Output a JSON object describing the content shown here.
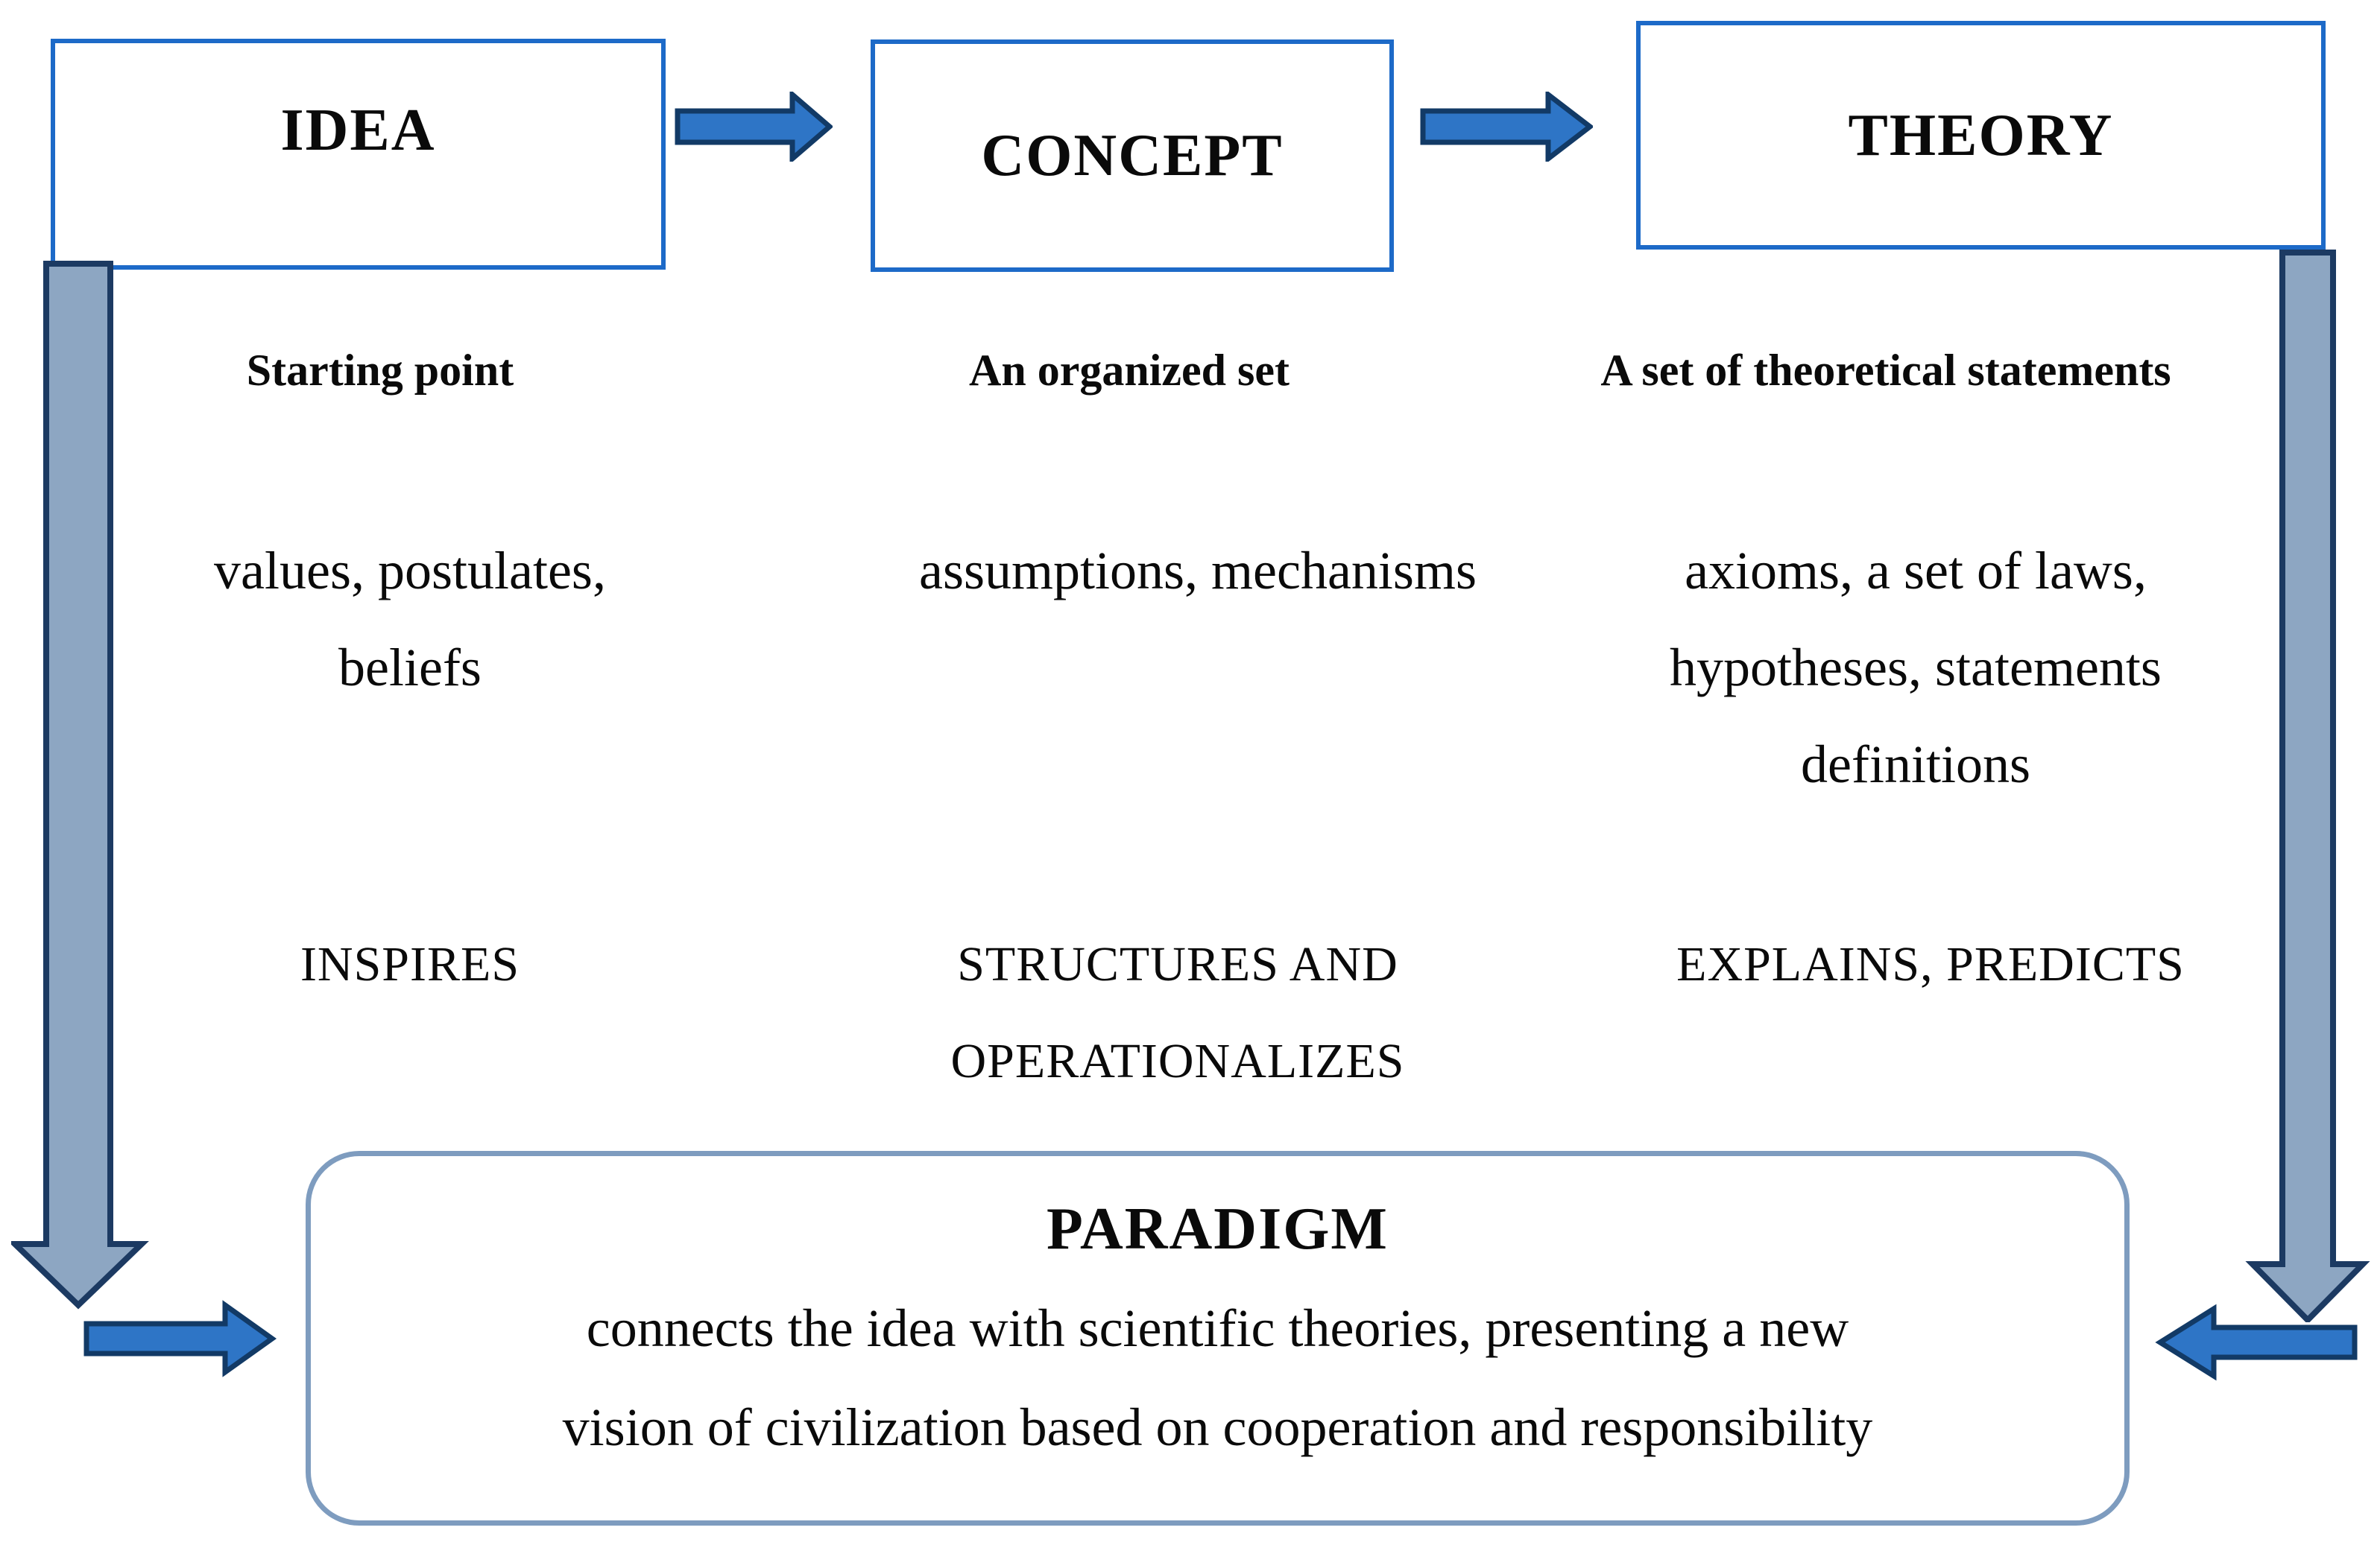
{
  "colors": {
    "box_border": "#1d6ac8",
    "arrow_blue": "#2e75c6",
    "arrow_blue_stroke": "#123a66",
    "arrow_gray": "#8da6c2",
    "arrow_gray_stroke": "#1c3a62",
    "paradigm_border": "#7e9cbf",
    "text": "#0a0a0a"
  },
  "columns": [
    {
      "title": "IDEA",
      "subtitle": "Starting point",
      "items": [
        "values, postulates,",
        "beliefs"
      ],
      "verbs": [
        "INSPIRES"
      ]
    },
    {
      "title": "CONCEPT",
      "subtitle": "An organized set",
      "items": [
        "assumptions, mechanisms"
      ],
      "verbs": [
        "STRUCTURES AND",
        "OPERATIONALIZES"
      ]
    },
    {
      "title": "THEORY",
      "subtitle": "A set of theoretical statements",
      "items": [
        "axioms, a set of laws,",
        "hypotheses, statements",
        "definitions"
      ],
      "verbs": [
        "EXPLAINS, PREDICTS"
      ]
    }
  ],
  "paradigm": {
    "title": "PARADIGM",
    "lines": [
      "connects the idea with scientific theories, presenting a new",
      "vision of civilization based on cooperation and responsibility"
    ]
  }
}
